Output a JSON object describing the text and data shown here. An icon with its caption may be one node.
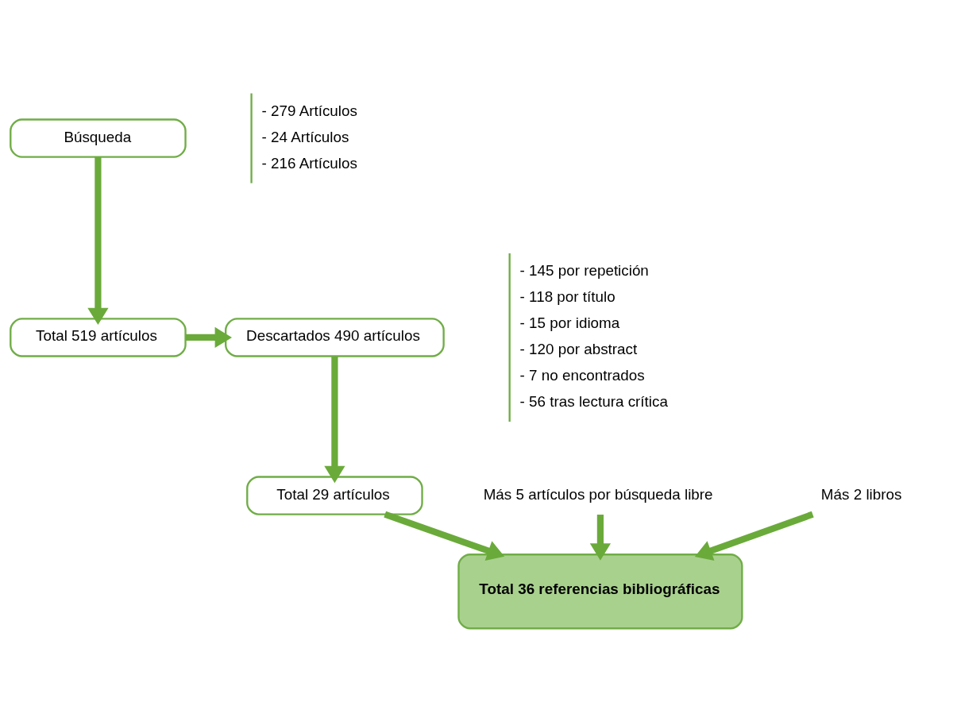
{
  "diagram": {
    "nodes": [
      {
        "text": [
          "Búsqueda"
        ],
        "beside": [
          "- 279 Artículos",
          "- 24 Artículos",
          "- 216 Artículos"
        ]
      },
      {
        "text": [
          "Total 519 artículos"
        ]
      },
      {
        "text": [
          "Descartados 490 artículos"
        ],
        "beside": [
          "- 145 por repetición",
          "- 118 por título",
          "- 15 por idioma",
          "- 120 por abstract",
          "- 7 no encontrados",
          "- 56 tras lectura crítica"
        ]
      },
      {
        "text": [
          "Total 29 artículos"
        ]
      },
      {
        "text": [
          "Más 5 artículos por búsqueda libre"
        ]
      },
      {
        "text": [
          "Más 2 libros"
        ]
      },
      {
        "text": [
          "Total 36 referencias bibliográficas"
        ]
      }
    ],
    "edges": [
      {
        "from": 0,
        "to": 1,
        "arrow": "to"
      },
      {
        "from": 1,
        "to": 2,
        "arrow": "to"
      },
      {
        "from": 2,
        "to": 3,
        "arrow": "to"
      },
      {
        "from": 3,
        "to": 6,
        "arrow": "to"
      },
      {
        "from": 4,
        "to": 6,
        "arrow": "to"
      },
      {
        "from": 5,
        "to": 6,
        "arrow": "to"
      }
    ]
  }
}
